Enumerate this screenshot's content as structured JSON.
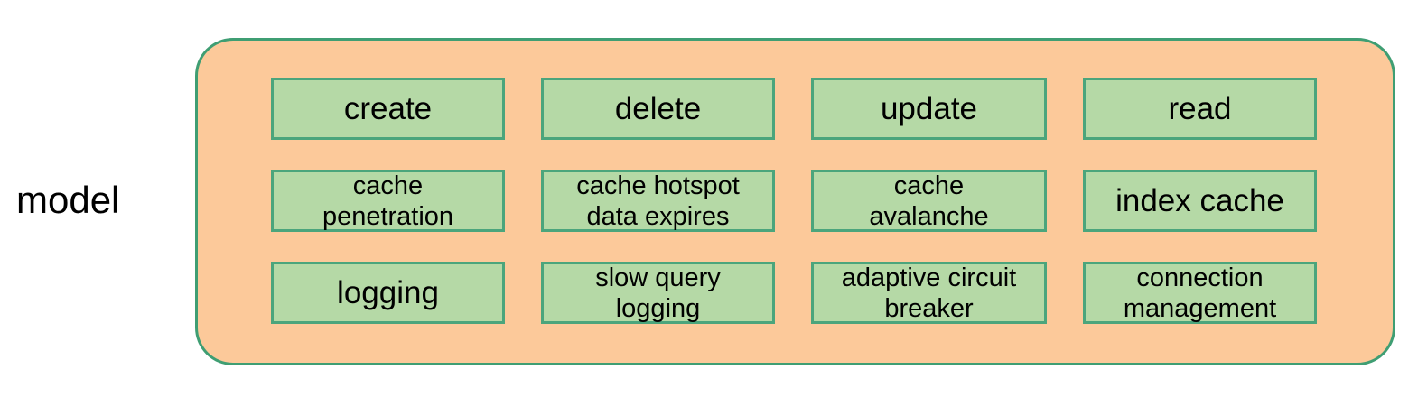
{
  "diagram": {
    "side_label": "model",
    "container": {
      "fill_color": "#fcc99a",
      "border_color": "#3f9e73"
    },
    "item_style": {
      "fill_color": "#b5d9a6",
      "border_color": "#4ba57c",
      "text_color": "#000000"
    },
    "rows": [
      {
        "cells": [
          {
            "label": "create",
            "lines": 1
          },
          {
            "label": "delete",
            "lines": 1
          },
          {
            "label": "update",
            "lines": 1
          },
          {
            "label": "read",
            "lines": 1
          }
        ]
      },
      {
        "cells": [
          {
            "label": "cache\npenetration",
            "lines": 2
          },
          {
            "label": "cache hotspot\ndata expires",
            "lines": 2
          },
          {
            "label": "cache\navalanche",
            "lines": 2
          },
          {
            "label": "index cache",
            "lines": 1
          }
        ]
      },
      {
        "cells": [
          {
            "label": "logging",
            "lines": 1
          },
          {
            "label": "slow query\nlogging",
            "lines": 2
          },
          {
            "label": "adaptive circuit\nbreaker",
            "lines": 2
          },
          {
            "label": "connection\nmanagement",
            "lines": 2
          }
        ]
      }
    ]
  }
}
